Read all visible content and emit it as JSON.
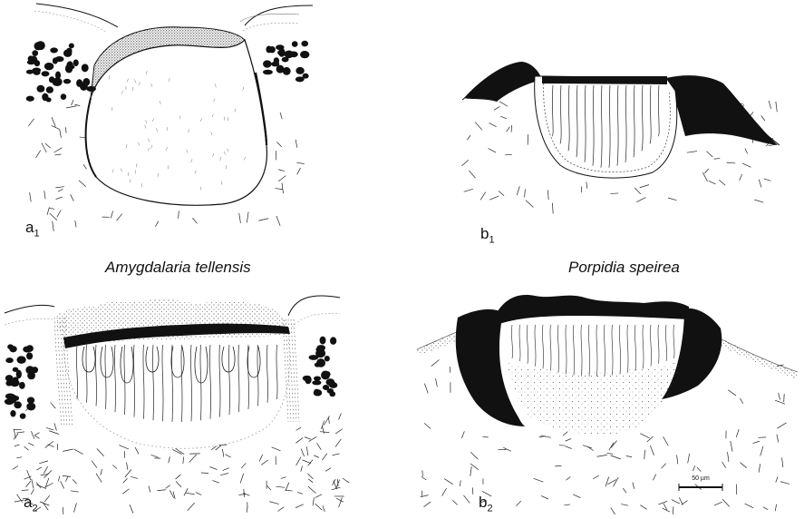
{
  "panels": [
    {
      "letter": "a",
      "sub": "1"
    },
    {
      "letter": "b",
      "sub": "1"
    },
    {
      "letter": "a",
      "sub": "2"
    },
    {
      "letter": "b",
      "sub": "2"
    }
  ],
  "species": {
    "left": "Amygdalaria tellensis",
    "right": "Porpidia speirea"
  },
  "scale_bar": {
    "label": "50 µm"
  },
  "colors": {
    "ink": "#111111",
    "background": "#ffffff"
  }
}
